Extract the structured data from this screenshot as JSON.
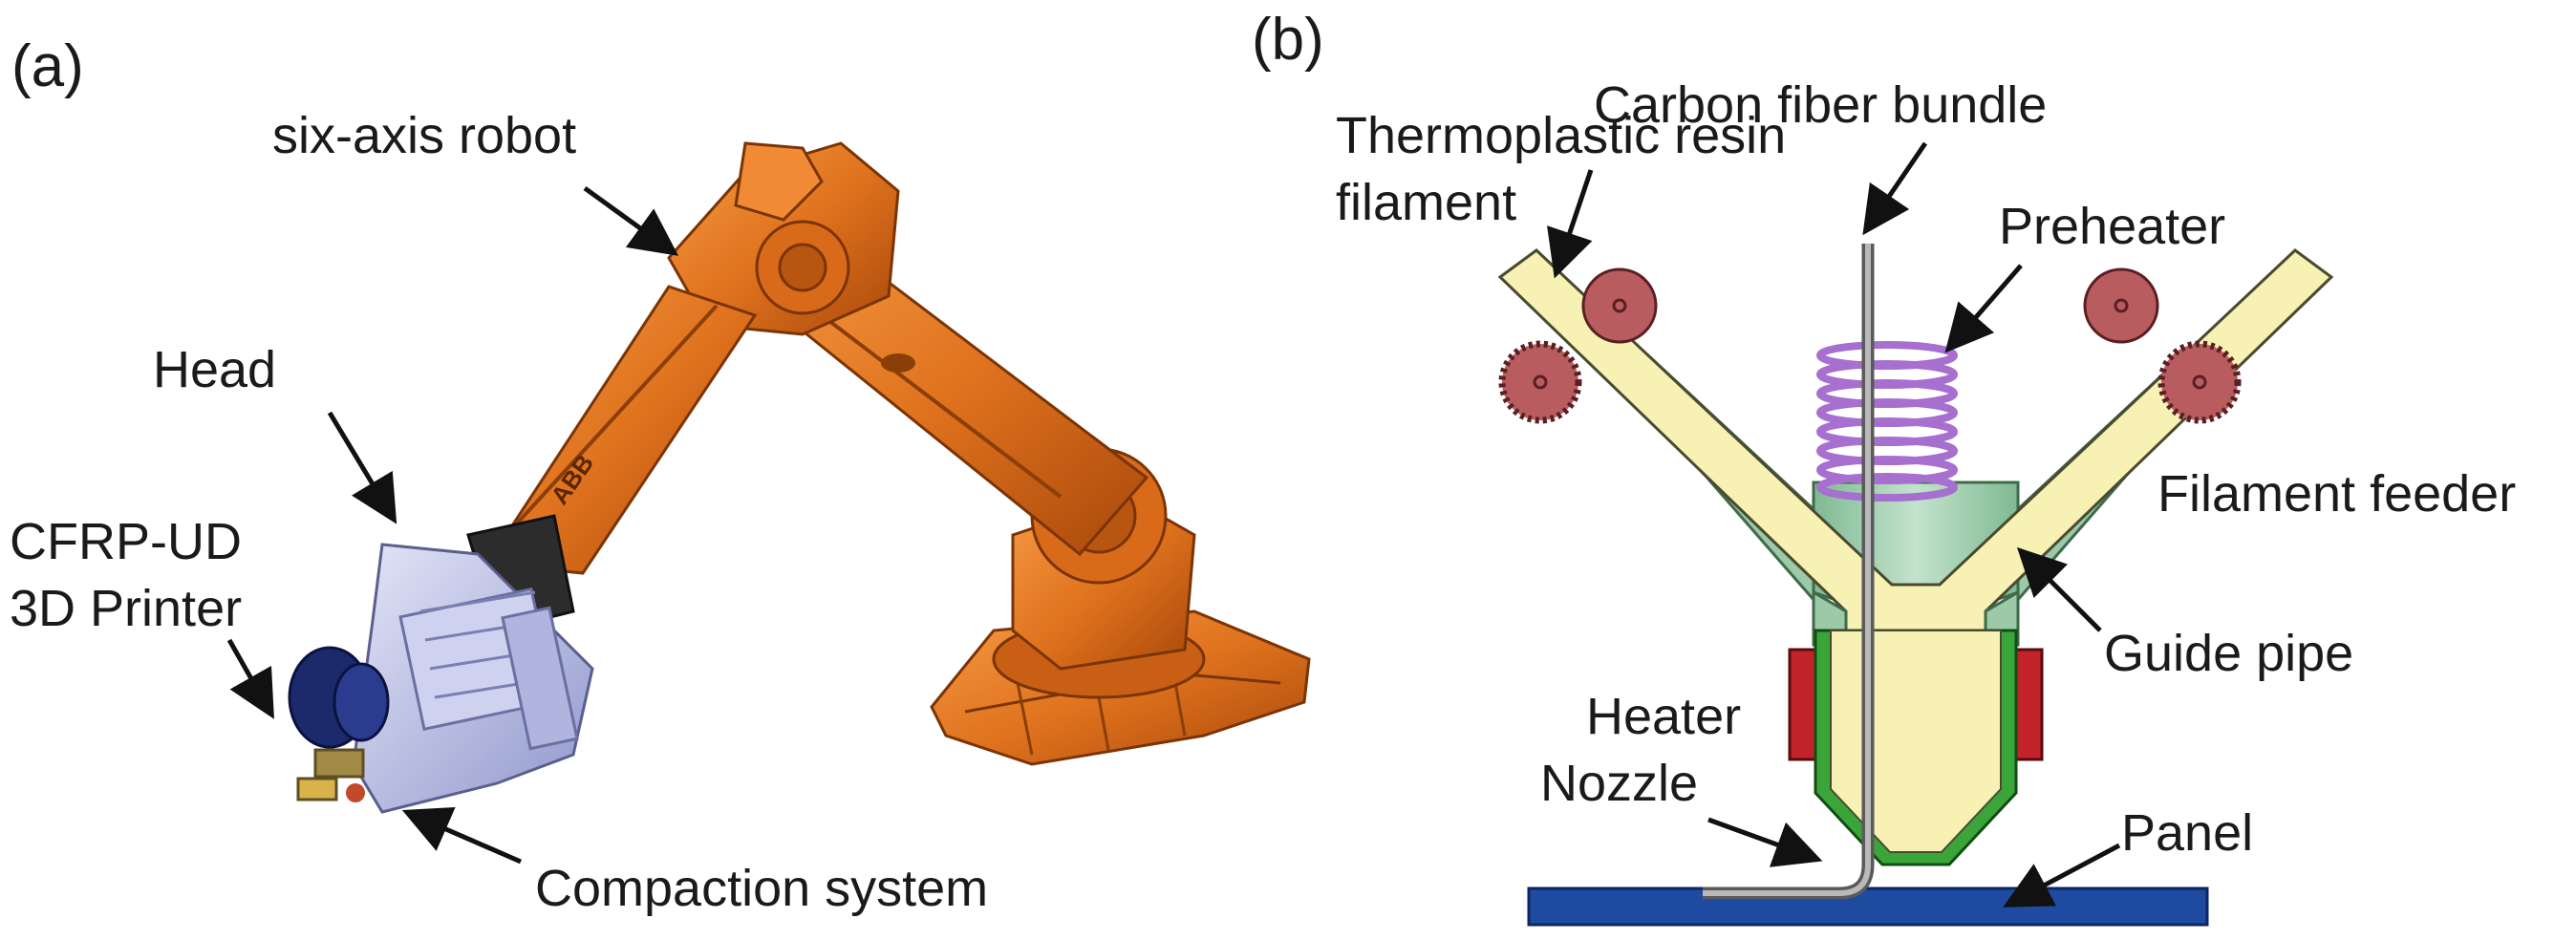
{
  "panel_a": {
    "label": "(a)",
    "callouts": {
      "robot": "six-axis robot",
      "head": "Head",
      "printer_line1": "CFRP-UD",
      "printer_line2": "3D Printer",
      "compaction": "Compaction system"
    },
    "brand_mark": "ABB",
    "colors": {
      "robot": "#e0731e",
      "head": "#b8bde6",
      "spool": "#1c2a6b"
    }
  },
  "panel_b": {
    "label": "(b)",
    "callouts": {
      "fiber": "Carbon fiber bundle",
      "resin_line1": "Thermoplastic resin",
      "resin_line2": "filament",
      "preheater": "Preheater",
      "feeder": "Filament feeder",
      "guide": "Guide pipe",
      "heater": "Heater",
      "nozzle": "Nozzle",
      "panel": "Panel"
    },
    "colors": {
      "filament": "#f7f1b4",
      "guide_pipe": "#9ccaa9",
      "preheater_coil": "#a66fd0",
      "heater": "#c2222a",
      "nozzle": "#3aa63a",
      "feeder_roller": "#b85c60",
      "panel": "#1e4aa0",
      "fiber": "#8c8c8c"
    }
  }
}
